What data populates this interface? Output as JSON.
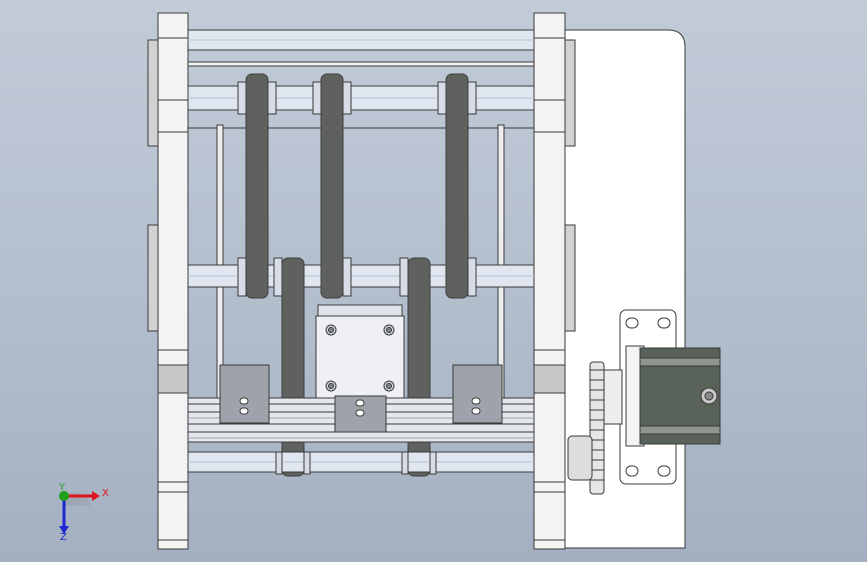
{
  "view": {
    "type": "cad-orthographic-view"
  },
  "triad": {
    "x_label": "X",
    "y_label": "Y",
    "z_label": "Z",
    "x_color": "#e0141e",
    "y_color": "#1ea01e",
    "z_color": "#1e28d2"
  },
  "colors": {
    "background_top": "#c2cbd8",
    "background_bottom": "#a4b0c1",
    "plate": "#ffffff",
    "frame": "#f3f3f3",
    "rod": "#dfe6ef",
    "belt": "#5f615e",
    "belt_edge": "#3e403d",
    "pulley": "#d6dde8",
    "mount_plate": "#9ea3ab",
    "motor_body": "#596259",
    "outline": "#3a3a3a"
  }
}
